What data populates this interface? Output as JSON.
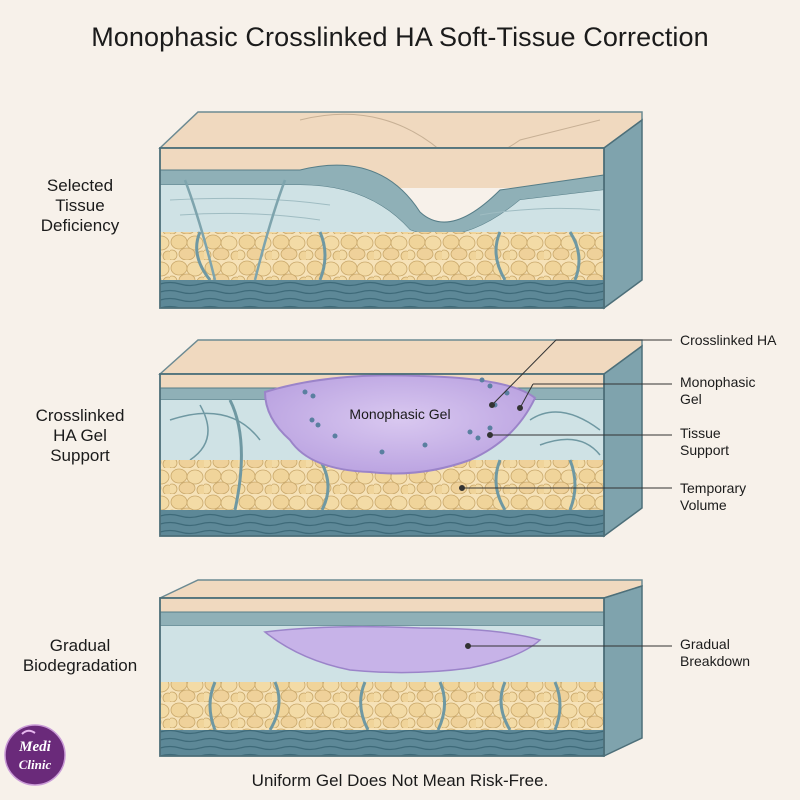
{
  "title": "Monophasic Crosslinked HA Soft-Tissue Correction",
  "panels": [
    {
      "label": "Selected\nTissue\nDeficiency"
    },
    {
      "label": "Crosslinked\nHA Gel\nSupport",
      "gel_label": "Monophasic Gel"
    },
    {
      "label": "Gradual\nBiodegradation"
    }
  ],
  "callouts": [
    {
      "text": "Crosslinked HA"
    },
    {
      "text": "Monophasic\nGel"
    },
    {
      "text": "Tissue\nSupport"
    },
    {
      "text": "Temporary\nVolume"
    },
    {
      "text": "Gradual\nBreakdown"
    }
  ],
  "footer": "Uniform Gel Does Not Mean Risk-Free.",
  "logo": {
    "line1": "Medi",
    "line2": "Clinic"
  },
  "colors": {
    "skin": "#f1dcc4",
    "epidermis": "#8fb0b7",
    "dermis": "#cfe2e5",
    "fat": "#f3d9a6",
    "fat_septa": "#8fb0b7",
    "muscle": "#4f7b8a",
    "gel": "#c9b3e6",
    "gel_edge": "#9b84c9"
  }
}
